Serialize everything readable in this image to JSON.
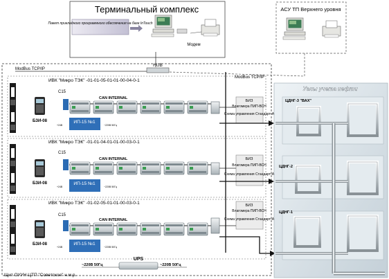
{
  "terminal": {
    "title": "Терминальный комплекс",
    "note": "Пакет прикладного программного обеспечения на базе InTouch",
    "modem": "Модем"
  },
  "upper": {
    "title": "АСУ ТП Верхнего уровня"
  },
  "network": {
    "hub": "HUB",
    "modbus_left": "ModBus TCP/IP",
    "modbus_right": "ModBus TCP/IP"
  },
  "cabinet": {
    "label": "Щит ОУУН ЦТП \"Советское\" н.м.р.",
    "ups": "UPS",
    "ups_in": "~220В 50Гц",
    "ups_out": "~220В 50Гц"
  },
  "ivk": [
    {
      "title": "ИВК \"Микро ТЭК\" -01-01-05-01-01-00-04-0-1",
      "bus": "CAN INTERNAL",
      "controller": "C15",
      "bzi_left": "БЗИ-08",
      "psu": "ИП-15 №1",
      "supply": "~220В 50Гц",
      "dc": "+24В",
      "bzi": "БИЗ",
      "flowmeter": "Влагомера ПИП-ВСН",
      "scheme": "Схема управления Стандарт-А"
    },
    {
      "title": "ИВК \"Микро ТЭК\" -01-01-04-01-01-00-03-0-1",
      "bus": "CAN INTERNAL",
      "controller": "C15",
      "bzi_left": "БЗИ-08",
      "psu": "ИП-15 №1",
      "supply": "~220В 50Гц",
      "dc": "+24В",
      "bzi": "БИЗ",
      "flowmeter": "Влагомера ПИП-ВСН",
      "scheme": "Схема управления Стандарт-А"
    },
    {
      "title": "ИВК \"Микро ТЭК\" -01-02-05-01-01-00-03-0-1",
      "bus": "CAN INTERNAL",
      "controller": "C15",
      "bzi_left": "БЗИ-08",
      "psu": "ИП-15 №1",
      "supply": "~220В 50Гц",
      "dc": "+24В",
      "bzi": "БИЗ",
      "flowmeter": "Влагомера ПИП-ВСН",
      "scheme": "Схема управления Стандарт-А"
    }
  ],
  "nodes": {
    "title": "Узлы учета нефти",
    "units": [
      "ЦДНГ-3 \"ВАХ\"",
      "ЦДНГ-2",
      "ЦДНГ-1"
    ]
  }
}
